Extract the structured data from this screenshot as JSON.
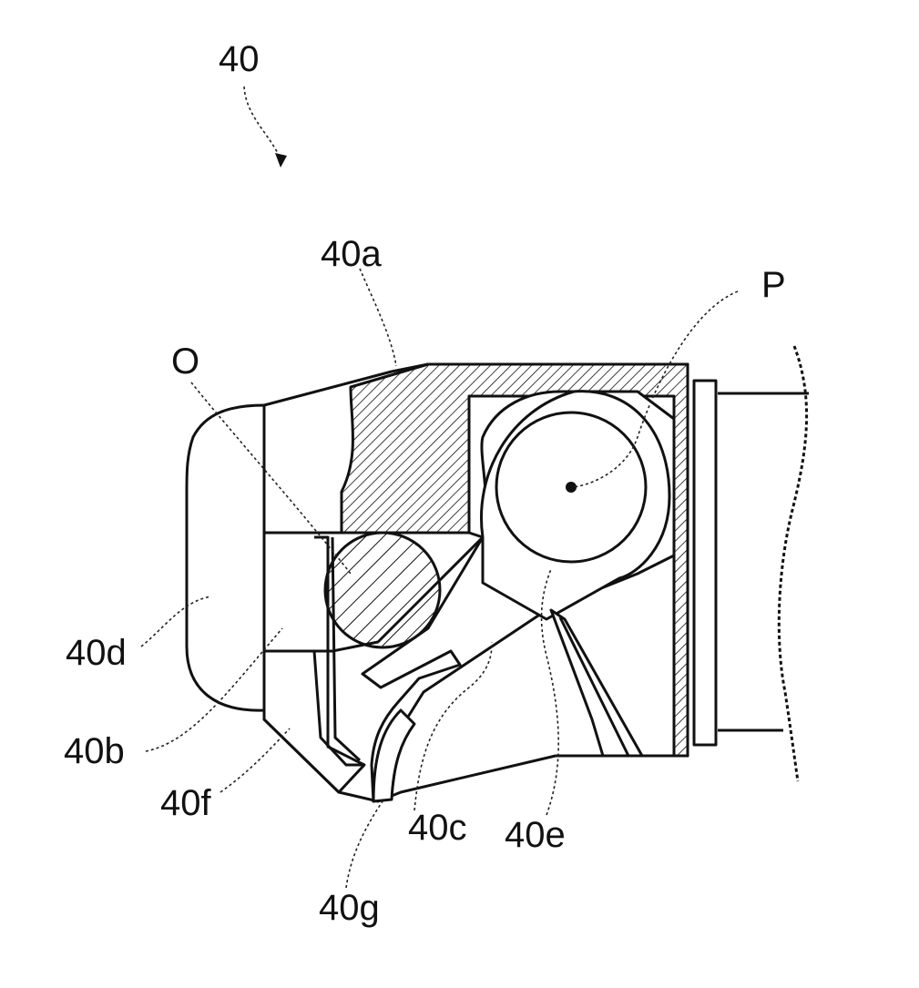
{
  "figure": {
    "labels": {
      "assembly": "40",
      "part_a": "40a",
      "part_b": "40b",
      "part_c": "40c",
      "part_d": "40d",
      "part_e": "40e",
      "part_f": "40f",
      "part_g": "40g",
      "axis_o": "O",
      "axis_p": "P"
    }
  }
}
